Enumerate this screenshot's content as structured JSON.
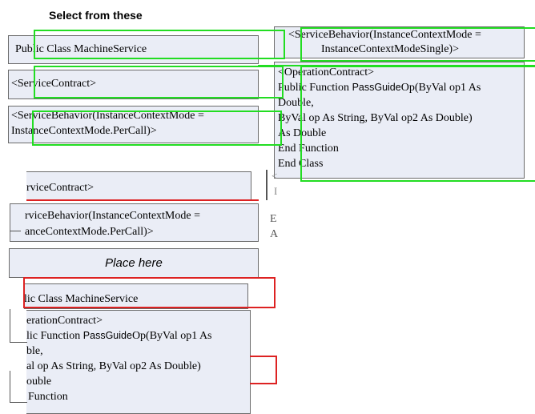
{
  "select_header": "Select  from these",
  "place_header": "Place here",
  "source_items": {
    "class_decl": "Public Class MachineService",
    "service_contract": "<ServiceContract>",
    "percall_line1": "<ServiceBehavior(InstanceContextMode =",
    "percall_line2": "InstanceContextMode.PerCall)>",
    "single_line1": "<ServiceBehavior(InstanceContextMode =",
    "single_line2": "InstanceContextModeSingle)>",
    "op_line1": "<OperationContract>",
    "op_line2a": "Public Function ",
    "op_line2b": "PassGuide",
    "op_line2c": "Op(ByVal op1 As",
    "op_line3": "Double,",
    "op_line4": "ByVal op As String, ByVal op2 As Double)",
    "op_line5": "As Double",
    "op_line6": "End Function",
    "op_line7": "End Class"
  },
  "placed_items": {
    "service_contract": "rviceContract>",
    "behavior_line1": "rviceBehavior(InstanceContextMode =",
    "behavior_line2": "anceContextMode.PerCall)>",
    "class_decl": "lic Class MachineService",
    "op_line1": "erationContract>",
    "op_line2a": "lic Function ",
    "op_line2b": "PassGuide",
    "op_line2c": "Op(ByVal op1 As",
    "op_line3": "ble,",
    "op_line4": "al op As String, ByVal op2 As Double)",
    "op_line5": "ouble",
    "op_line6": "Function"
  },
  "stray_glyphs": {
    "g1": "<",
    "g2": "I",
    "g3": "E",
    "g4": "A"
  },
  "highlight_colors": {
    "source": "#22dd22",
    "target": "#dd2222"
  }
}
